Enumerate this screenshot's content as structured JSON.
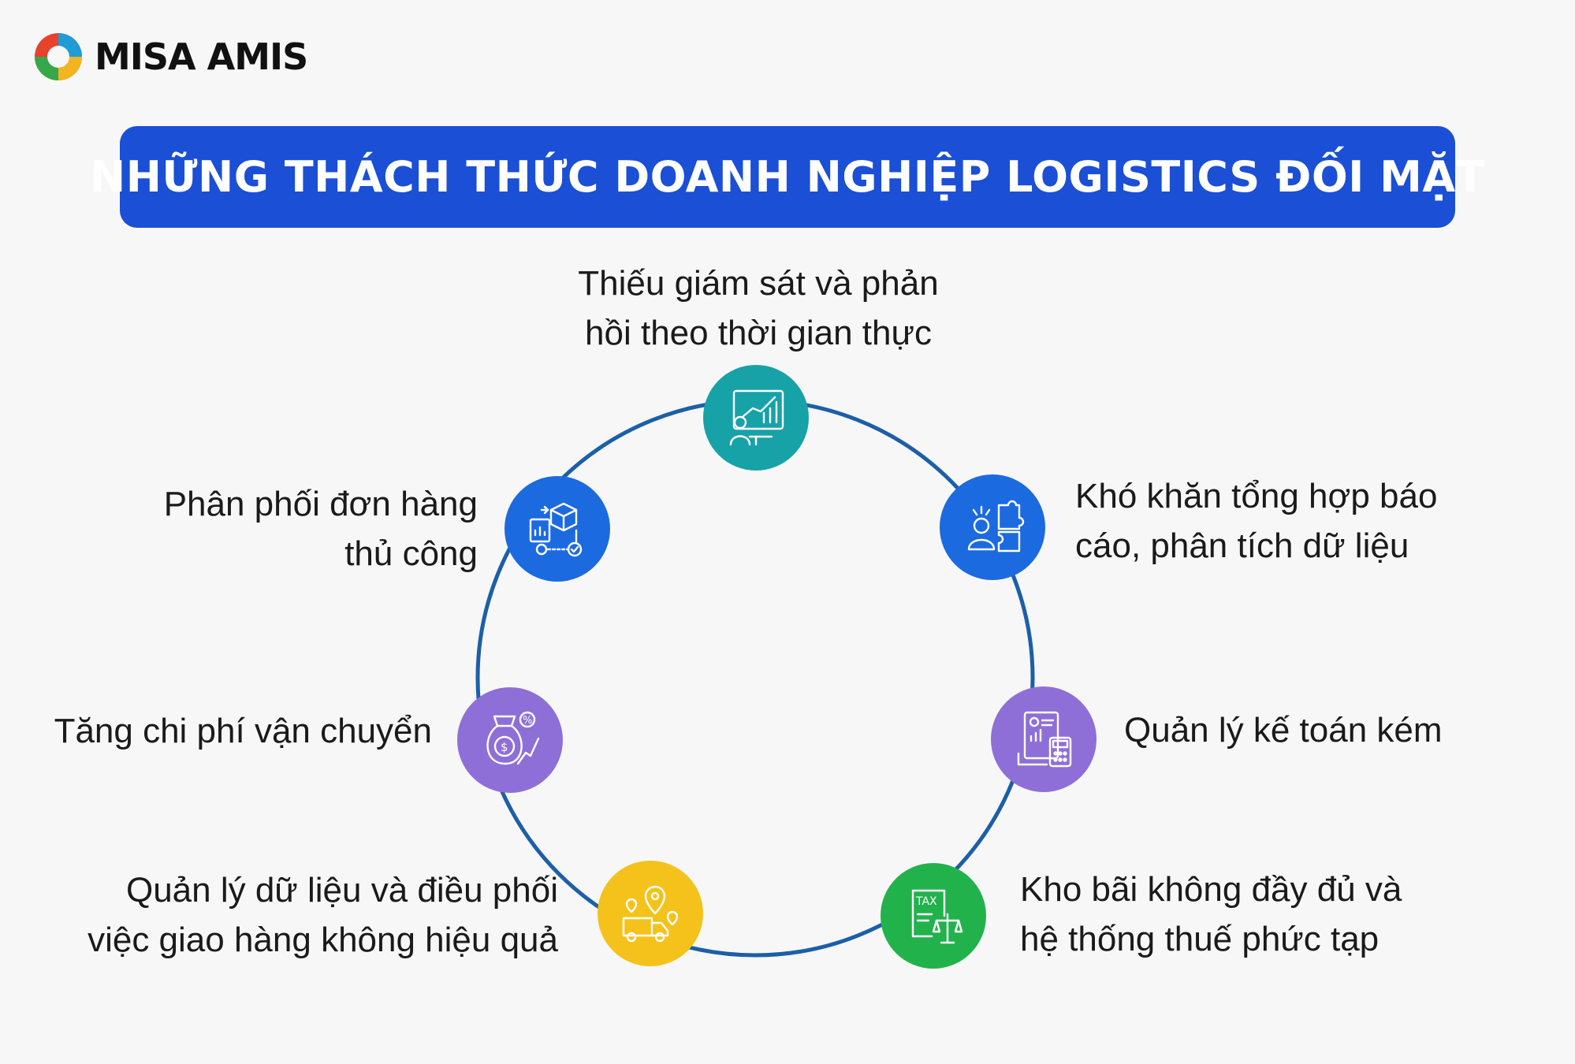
{
  "brand": {
    "name": "MISA AMIS"
  },
  "title": "NHỮNG THÁCH THỨC DOANH NGHIỆP LOGISTICS ĐỐI MẶT",
  "challenges": [
    {
      "lines": [
        "Thiếu giám sát và phản",
        "hồi theo thời gian thực"
      ],
      "color": "#17a2a8",
      "icon": "monitoring-chart-icon"
    },
    {
      "lines": [
        "Khó khăn tổng hợp báo",
        "cáo, phân tích dữ liệu"
      ],
      "color": "#1c6ae0",
      "icon": "analysis-puzzle-icon"
    },
    {
      "lines": [
        "Quản lý kế toán kém"
      ],
      "color": "#8e6fd8",
      "icon": "accounting-calculator-icon"
    },
    {
      "lines": [
        "Kho bãi không đầy đủ và",
        "hệ thống thuế phức tạp"
      ],
      "color": "#22b24c",
      "icon": "tax-scale-icon"
    },
    {
      "lines": [
        "Quản lý dữ liệu và điều phối",
        "việc giao hàng không hiệu quả"
      ],
      "color": "#f5c21b",
      "icon": "delivery-truck-location-icon"
    },
    {
      "lines": [
        "Tăng chi phí vận chuyển"
      ],
      "color": "#8e6fd8",
      "icon": "money-bag-percent-icon"
    },
    {
      "lines": [
        "Phân phối đơn hàng",
        "thủ công"
      ],
      "color": "#1c6ae0",
      "icon": "order-distribution-box-icon"
    }
  ],
  "ring_color": "#1c5fa8"
}
